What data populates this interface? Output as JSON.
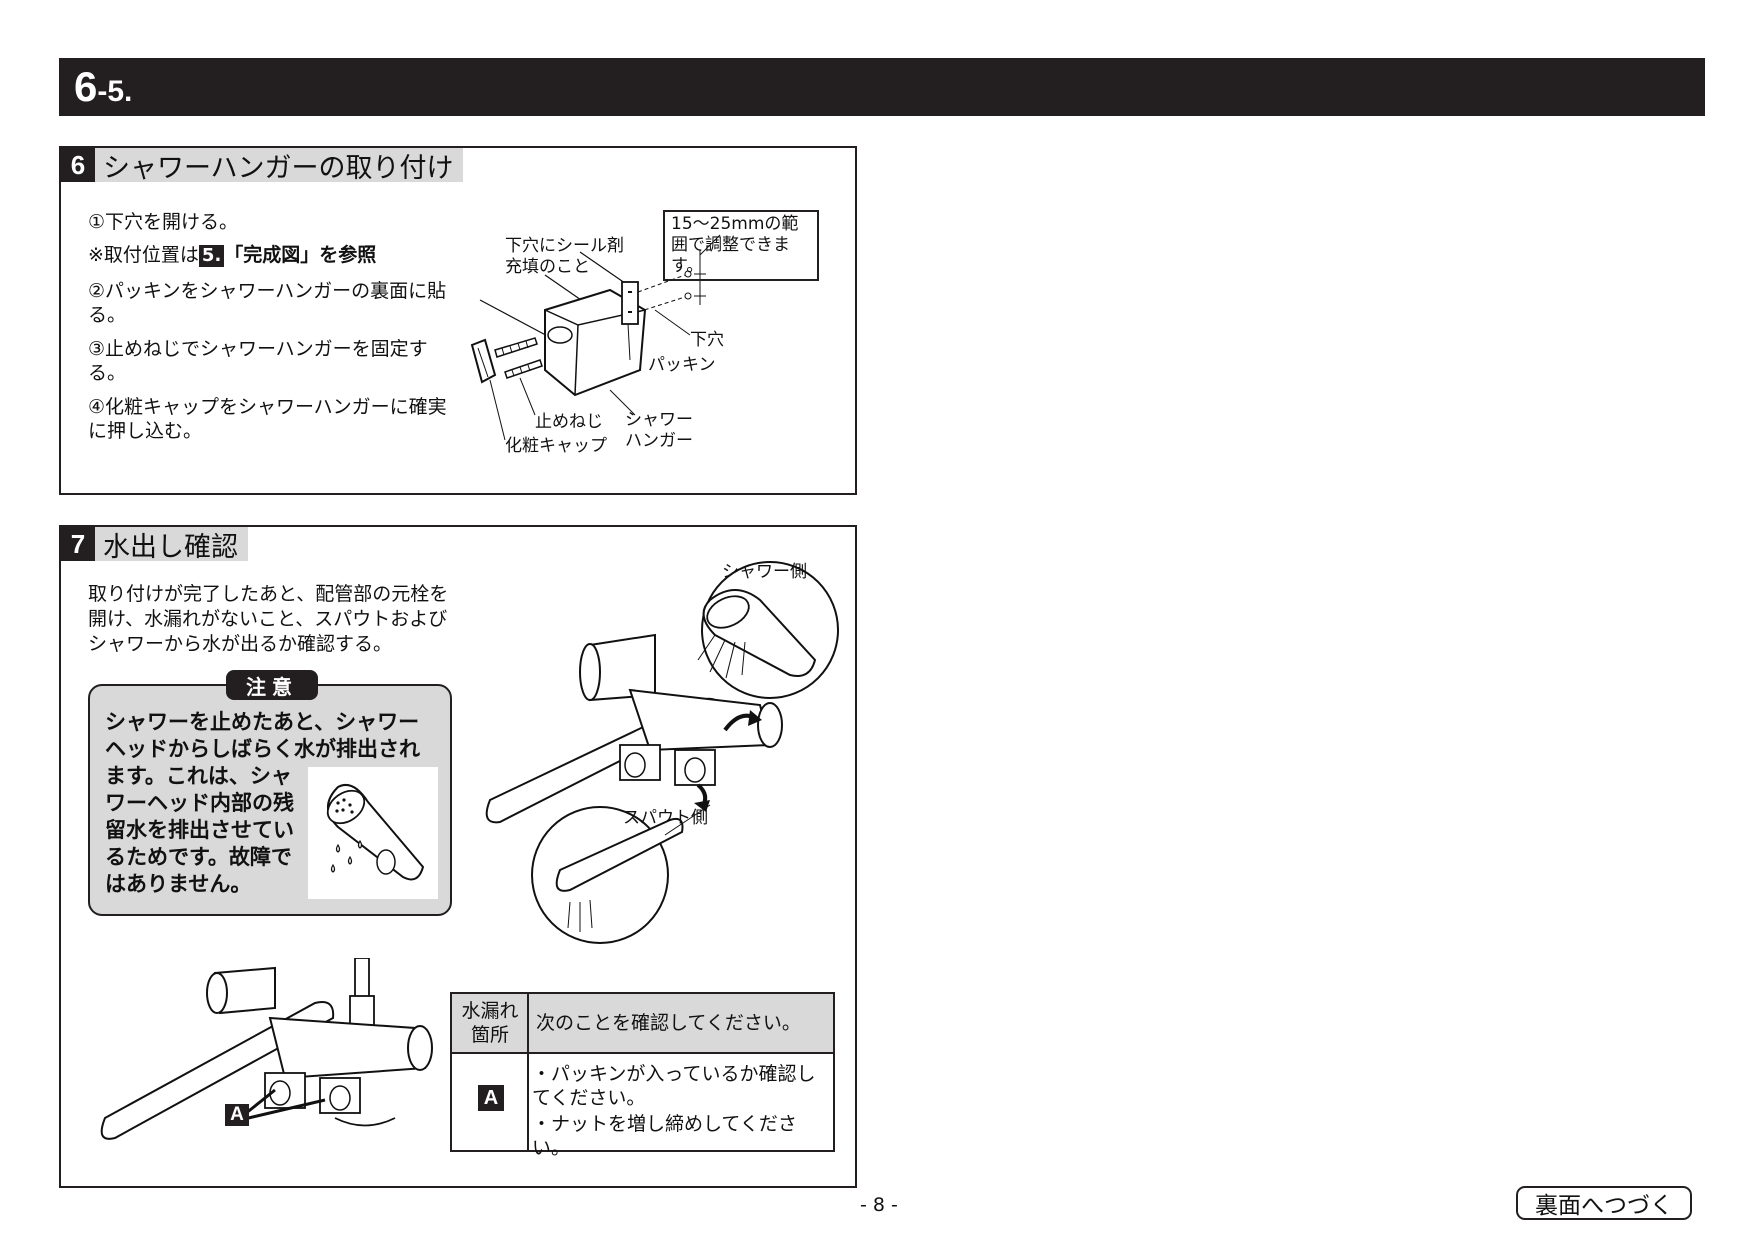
{
  "header": {
    "section_big": "6",
    "section_small": "-5."
  },
  "section6": {
    "number": "6",
    "title": "シャワーハンガーの取り付け",
    "steps": [
      "①下穴を開ける。",
      "②パッキンをシャワーハンガーの裏面に貼る。",
      "③止めねじでシャワーハンガーを固定する。",
      "④化粧キャップをシャワーハンガーに確実に押し込む。"
    ],
    "note_prefix": "※取付位置は",
    "note_badge": "5.",
    "note_suffix": "「完成図」を参照",
    "labels": {
      "sealant": "下穴にシール剤充填のこと",
      "range": "15～25mmの範囲で調整できます。",
      "pilot_hole": "下穴",
      "packing": "パッキン",
      "screw": "止めねじ",
      "shower_hanger": "シャワーハンガー",
      "cap": "化粧キャップ"
    }
  },
  "section7": {
    "number": "7",
    "title": "水出し確認",
    "paragraph": "取り付けが完了したあと、配管部の元栓を開け、水漏れがないこと、スパウトおよびシャワーから水が出るか確認する。",
    "caution": {
      "label": "注意",
      "lines": [
        "シャワーを止めたあと、シャワー",
        "ヘッドからしばらく水が排出され",
        "ます。これは、シャ",
        "ワーヘッド内部の残",
        "留水を排出させてい",
        "るためです。故障で",
        "はありません。"
      ]
    },
    "labels": {
      "shower_side": "シャワー側",
      "spout_side": "スパウト側",
      "point_a": "A"
    },
    "table": {
      "header_left": "水漏れ箇所",
      "header_right": "次のことを確認してください。",
      "row_key": "A",
      "row_items": [
        "・パッキンが入っているか確認してください。",
        "・ナットを増し締めしてください。"
      ]
    }
  },
  "footer": {
    "page": "- 8 -",
    "continue": "裏面へつづく"
  }
}
